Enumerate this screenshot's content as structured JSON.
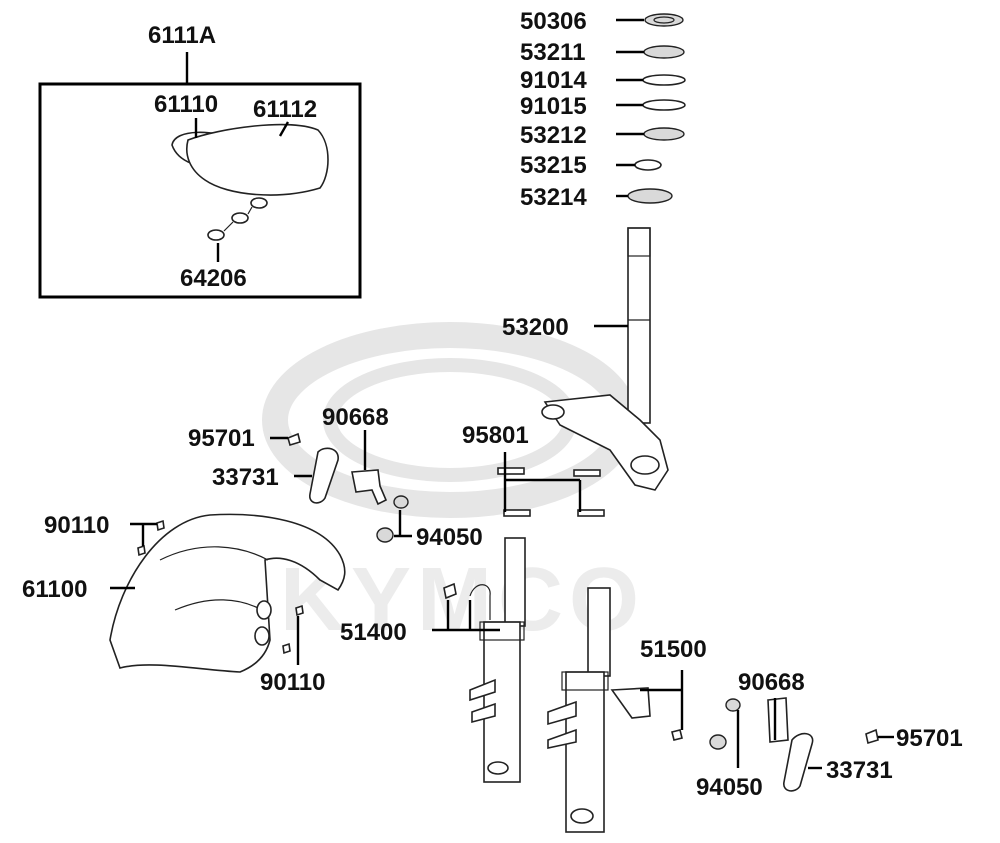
{
  "watermark": {
    "brand": "KYMCO"
  },
  "labels": {
    "kit_6111A": "6111A",
    "p61110": "61110",
    "p61112": "61112",
    "p64206": "64206",
    "p50306": "50306",
    "p53211": "53211",
    "p91014": "91014",
    "p91015": "91015",
    "p53212": "53212",
    "p53215": "53215",
    "p53214": "53214",
    "p53200": "53200",
    "p95701_left": "95701",
    "p90668_left": "90668",
    "p33731_left": "33731",
    "p95801": "95801",
    "p90110_top": "90110",
    "p94050_top": "94050",
    "p61100": "61100",
    "p51400": "51400",
    "p90110_bottom": "90110",
    "p51500": "51500",
    "p90668_right": "90668",
    "p95701_right": "95701",
    "p94050_bottom": "94050",
    "p33731_right": "33731"
  }
}
